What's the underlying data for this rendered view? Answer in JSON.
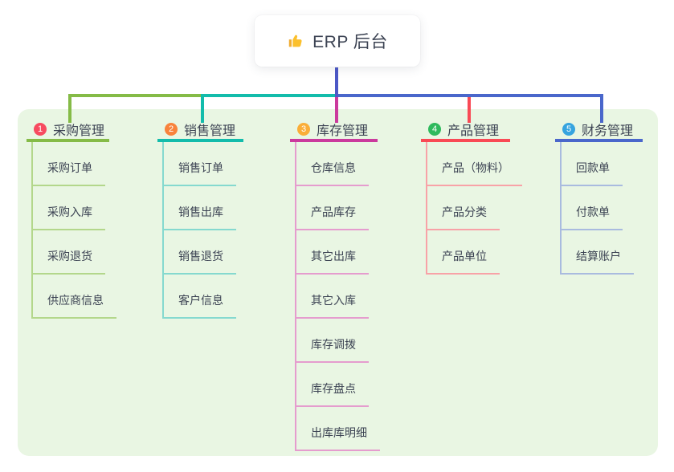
{
  "root": {
    "title": "ERP 后台",
    "icon": "thumbs-up-icon"
  },
  "canvas": {
    "background": "#ffffff",
    "panel_color": "#e9f6e3",
    "text_color": "#3c4353",
    "root_connector_color": "#4c58c6"
  },
  "branches": [
    {
      "number": "1",
      "title": "采购管理",
      "badge_color": "#f74b60",
      "line_color": "#85bb47",
      "tint_color": "#b3d78b",
      "children": [
        "采购订单",
        "采购入库",
        "采购退货",
        "供应商信息"
      ]
    },
    {
      "number": "2",
      "title": "销售管理",
      "badge_color": "#f8833c",
      "line_color": "#13bcab",
      "tint_color": "#85d9cf",
      "children": [
        "销售订单",
        "销售出库",
        "销售退货",
        "客户信息"
      ]
    },
    {
      "number": "3",
      "title": "库存管理",
      "badge_color": "#faae38",
      "line_color": "#cb3a9d",
      "tint_color": "#e59cce",
      "children": [
        "仓库信息",
        "产品库存",
        "其它出库",
        "其它入库",
        "库存调拨",
        "库存盘点",
        "出库库明细"
      ]
    },
    {
      "number": "4",
      "title": "产品管理",
      "badge_color": "#2fba5d",
      "line_color": "#f94a55",
      "tint_color": "#f8a2a7",
      "children": [
        "产品（物料）",
        "产品分类",
        "产品单位"
      ]
    },
    {
      "number": "5",
      "title": "财务管理",
      "badge_color": "#36a4df",
      "line_color": "#4a67cb",
      "tint_color": "#a9bbdf",
      "children": [
        "回款单",
        "付款单",
        "结算账户"
      ]
    }
  ]
}
